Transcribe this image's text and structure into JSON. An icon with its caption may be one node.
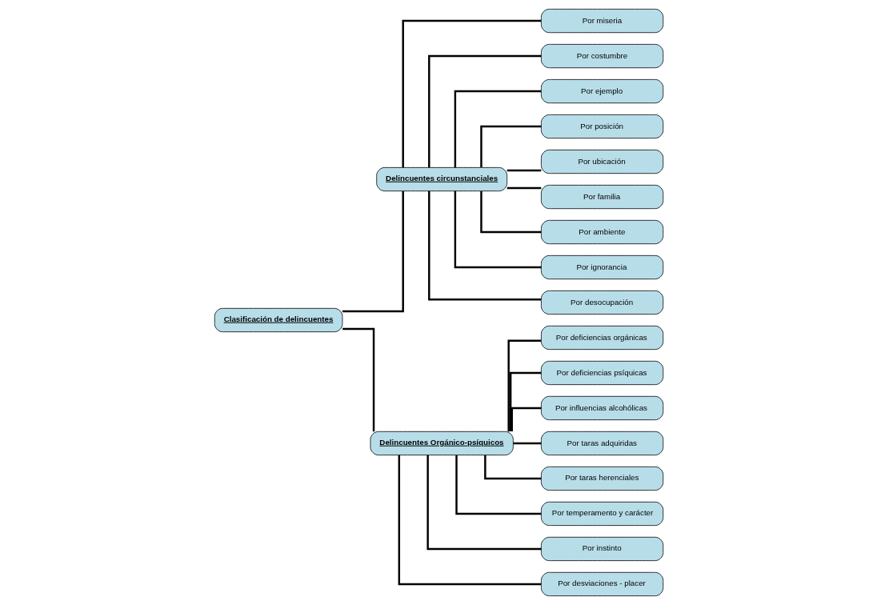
{
  "diagram": {
    "nodes": [
      {
        "text": [
          "Clasificación de delincuentes"
        ]
      },
      {
        "text": [
          "Delincuentes circunstanciales"
        ]
      },
      {
        "text": [
          "Delincuentes Orgánico-psíquicos"
        ]
      },
      {
        "text": [
          "Por miseria"
        ]
      },
      {
        "text": [
          "Por costumbre"
        ]
      },
      {
        "text": [
          "Por ejemplo"
        ]
      },
      {
        "text": [
          "Por posición"
        ]
      },
      {
        "text": [
          "Por ubicación"
        ]
      },
      {
        "text": [
          "Por familia"
        ]
      },
      {
        "text": [
          "Por ambiente"
        ]
      },
      {
        "text": [
          "Por ignorancia"
        ]
      },
      {
        "text": [
          "Por desocupación"
        ]
      },
      {
        "text": [
          "Por deficiencias orgánicas"
        ]
      },
      {
        "text": [
          "Por deficiencias psíquicas"
        ]
      },
      {
        "text": [
          "Por influencias alcohólicas"
        ]
      },
      {
        "text": [
          "Por taras adquiridas"
        ]
      },
      {
        "text": [
          "Por taras herenciales"
        ]
      },
      {
        "text": [
          "Por temperamento y carácter"
        ]
      },
      {
        "text": [
          "Por instinto"
        ]
      },
      {
        "text": [
          "Por desviaciones - placer"
        ]
      }
    ],
    "edges": [
      {
        "from": 0,
        "to": 1,
        "arrow": "none"
      },
      {
        "from": 0,
        "to": 2,
        "arrow": "none"
      },
      {
        "from": 1,
        "to": 3,
        "arrow": "none"
      },
      {
        "from": 1,
        "to": 4,
        "arrow": "none"
      },
      {
        "from": 1,
        "to": 5,
        "arrow": "none"
      },
      {
        "from": 1,
        "to": 6,
        "arrow": "none"
      },
      {
        "from": 1,
        "to": 7,
        "arrow": "none"
      },
      {
        "from": 1,
        "to": 8,
        "arrow": "none"
      },
      {
        "from": 1,
        "to": 9,
        "arrow": "none"
      },
      {
        "from": 1,
        "to": 10,
        "arrow": "none"
      },
      {
        "from": 1,
        "to": 11,
        "arrow": "none"
      },
      {
        "from": 2,
        "to": 12,
        "arrow": "none"
      },
      {
        "from": 2,
        "to": 13,
        "arrow": "none"
      },
      {
        "from": 2,
        "to": 14,
        "arrow": "none"
      },
      {
        "from": 2,
        "to": 15,
        "arrow": "none"
      },
      {
        "from": 2,
        "to": 16,
        "arrow": "none"
      },
      {
        "from": 2,
        "to": 17,
        "arrow": "none"
      },
      {
        "from": 2,
        "to": 18,
        "arrow": "none"
      },
      {
        "from": 2,
        "to": 19,
        "arrow": "none"
      }
    ]
  }
}
